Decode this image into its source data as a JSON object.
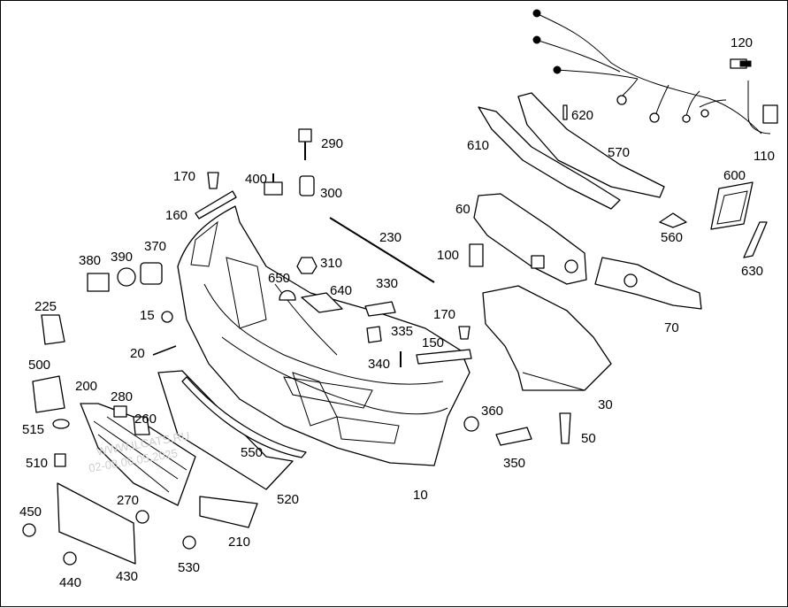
{
  "diagram": {
    "labels": {
      "p10": "10",
      "p15": "15",
      "p20": "20",
      "p30": "30",
      "p50": "50",
      "p60": "60",
      "p70": "70",
      "p100": "100",
      "p110": "110",
      "p120": "120",
      "p150": "150",
      "p160": "160",
      "p170a": "170",
      "p170b": "170",
      "p200": "200",
      "p210": "210",
      "p225": "225",
      "p230": "230",
      "p260": "260",
      "p270": "270",
      "p280": "280",
      "p290": "290",
      "p300": "300",
      "p310": "310",
      "p330": "330",
      "p335": "335",
      "p340": "340",
      "p350": "350",
      "p360": "360",
      "p370": "370",
      "p380": "380",
      "p390": "390",
      "p400": "400",
      "p430": "430",
      "p440": "440",
      "p450": "450",
      "p500": "500",
      "p510": "510",
      "p515": "515",
      "p520": "520",
      "p530": "530",
      "p550": "550",
      "p560": "560",
      "p570": "570",
      "p600": "600",
      "p610": "610",
      "p620": "620",
      "p630": "630",
      "p640": "640",
      "p650": "650"
    },
    "watermark": {
      "line1": "WWW.ILCATS.RU",
      "line2": "02-08.06.05.2025"
    }
  }
}
